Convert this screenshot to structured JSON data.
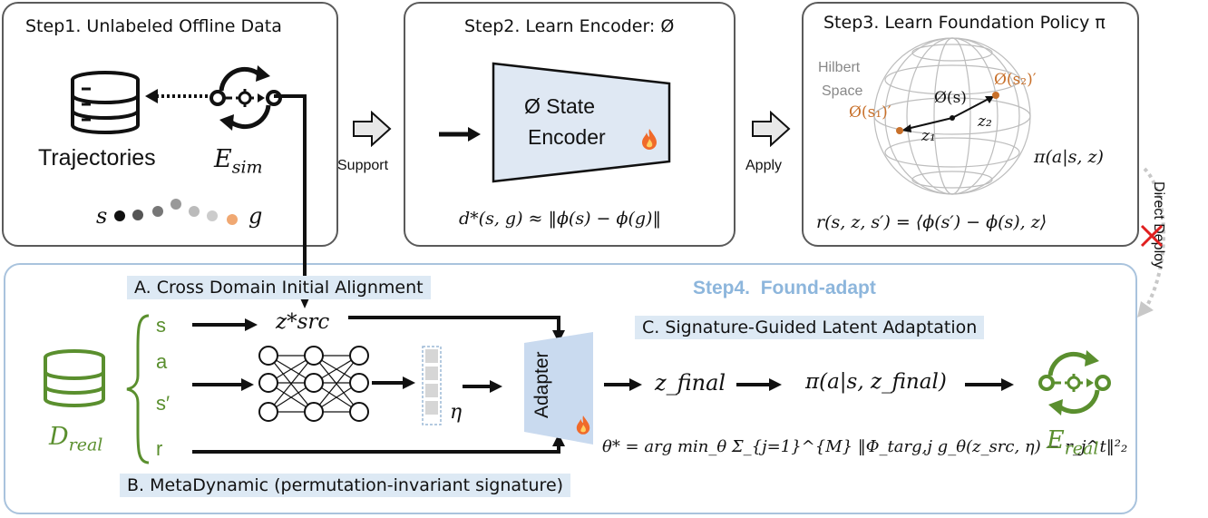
{
  "step1": {
    "title": "Step1. Unlabeled Offline Data",
    "trajectories_label": "Trajectories",
    "env_label_main": "E",
    "env_label_sub": "sim",
    "start_label": "s",
    "goal_label": "g"
  },
  "step2": {
    "title": "Step2. Learn Encoder: Ø",
    "encoder_line1": "Ø State",
    "encoder_line2": "Encoder",
    "formula": "d*(s, g) ≈ ‖ϕ(s) − ϕ(g)‖"
  },
  "step3": {
    "title": "Step3. Learn Foundation Policy π",
    "space_label_line1": "Hilbert",
    "space_label_line2": "Space",
    "phi_s": "Ø(s)",
    "phi_s1": "Ø(s₁)′",
    "phi_s2": "Ø(s₂)′",
    "z1": "z₁",
    "z2": "z₂",
    "policy": "π(a|s, z)",
    "reward": "r(s, z, s′) = ⟨ϕ(s′) − ϕ(s), z⟩"
  },
  "arrows": {
    "support": "Support",
    "apply": "Apply",
    "direct_deploy": "Direct Deploy"
  },
  "step4": {
    "title": "Step4.  Found-adapt",
    "label_a": "A. Cross Domain  Initial Alignment",
    "label_b": "B. MetaDynamic (permutation-invariant signature)",
    "label_c": "C. Signature-Guided Latent Adaptation",
    "d_real_main": "D",
    "d_real_sub": "real",
    "inputs": [
      "s",
      "a",
      "s′",
      "r"
    ],
    "z_src": "z*src",
    "eta": "η",
    "adapter": "Adapter",
    "z_final": "z_final",
    "policy_final": "π(a|s, z_final)",
    "objective": "θ* = arg min_θ Σ_{j=1}^{M} ‖Φ_targ,j g_θ(z_src, η) − r_j^t‖²₂",
    "e_real_main": "E",
    "e_real_sub": "real"
  },
  "colors": {
    "green": "#5a8f2e",
    "orange": "#c8702a",
    "blue_title": "#8db6dc",
    "panel_blue_border": "#a9c3dd",
    "label_bg": "#dde9f4",
    "red_x": "#e02020"
  }
}
